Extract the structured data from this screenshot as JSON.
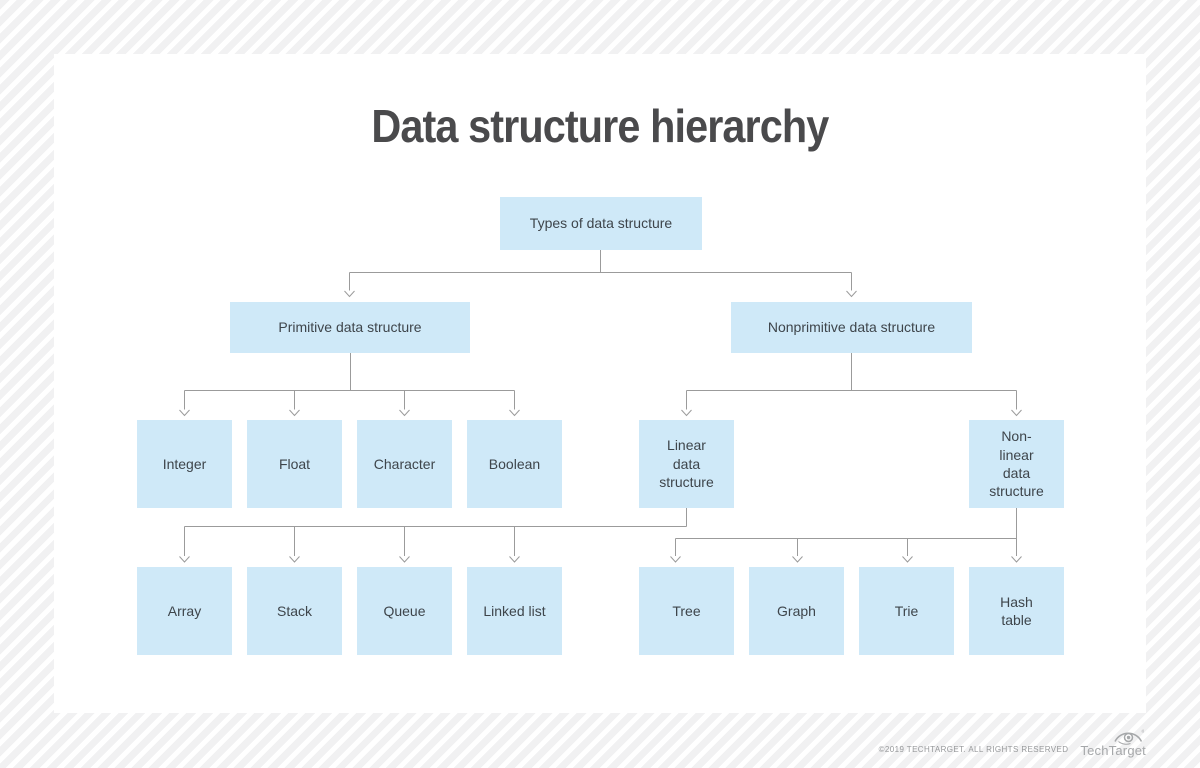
{
  "page": {
    "title": "Data structure hierarchy",
    "footer": {
      "copyright": "©2019 TECHTARGET. ALL RIGHTS RESERVED",
      "brand": "TechTarget"
    }
  },
  "colors": {
    "page_bg": "#f1f1f2",
    "card_bg": "#ffffff",
    "box_fill": "#cfe9f8",
    "box_text": "#3e454b",
    "line": "#9b9b9b",
    "title_text": "#4a4a4c",
    "footer_text": "#97999b",
    "logo_gray": "#a6a8aa"
  },
  "nodes": {
    "root": {
      "label": "Types of data structure"
    },
    "primitive": {
      "label": "Primitive data structure"
    },
    "nonprimitive": {
      "label": "Nonprimitive data structure"
    },
    "integer": {
      "label": "Integer"
    },
    "float": {
      "label": "Float"
    },
    "character": {
      "label": "Character"
    },
    "boolean": {
      "label": "Boolean"
    },
    "linear": {
      "label": "Linear\ndata\nstructure"
    },
    "nonlinear": {
      "label": "Non-\nlinear\ndata\nstructure"
    },
    "array": {
      "label": "Array"
    },
    "stack": {
      "label": "Stack"
    },
    "queue": {
      "label": "Queue"
    },
    "linked_list": {
      "label": "Linked list"
    },
    "tree": {
      "label": "Tree"
    },
    "graph": {
      "label": "Graph"
    },
    "trie": {
      "label": "Trie"
    },
    "hash_table": {
      "label": "Hash\ntable"
    }
  },
  "edges": [
    [
      "root",
      "primitive"
    ],
    [
      "root",
      "nonprimitive"
    ],
    [
      "primitive",
      "integer"
    ],
    [
      "primitive",
      "float"
    ],
    [
      "primitive",
      "character"
    ],
    [
      "primitive",
      "boolean"
    ],
    [
      "nonprimitive",
      "linear"
    ],
    [
      "nonprimitive",
      "nonlinear"
    ],
    [
      "linear",
      "array"
    ],
    [
      "linear",
      "stack"
    ],
    [
      "linear",
      "queue"
    ],
    [
      "linear",
      "linked_list"
    ],
    [
      "nonlinear",
      "tree"
    ],
    [
      "nonlinear",
      "graph"
    ],
    [
      "nonlinear",
      "trie"
    ],
    [
      "nonlinear",
      "hash_table"
    ]
  ]
}
